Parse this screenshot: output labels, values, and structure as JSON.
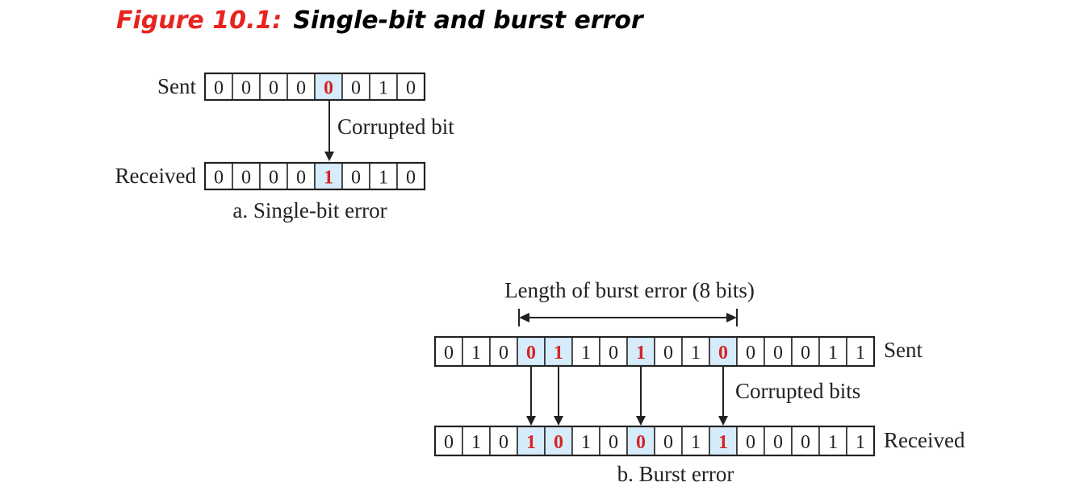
{
  "figure": {
    "number": "Figure 10.1:",
    "title": "Single-bit and burst error"
  },
  "single_bit": {
    "sent_label": "Sent",
    "received_label": "Received",
    "sent_bits": [
      "0",
      "0",
      "0",
      "0",
      "0",
      "0",
      "1",
      "0"
    ],
    "received_bits": [
      "0",
      "0",
      "0",
      "0",
      "1",
      "0",
      "1",
      "0"
    ],
    "error_positions": [
      4
    ],
    "annotation": "Corrupted bit",
    "caption": "a. Single-bit error"
  },
  "burst": {
    "sent_label": "Sent",
    "received_label": "Received",
    "sent_bits": [
      "0",
      "1",
      "0",
      "0",
      "1",
      "1",
      "0",
      "1",
      "0",
      "1",
      "0",
      "0",
      "0",
      "0",
      "1",
      "1"
    ],
    "received_bits": [
      "0",
      "1",
      "0",
      "1",
      "0",
      "1",
      "0",
      "0",
      "0",
      "1",
      "1",
      "0",
      "0",
      "0",
      "1",
      "1"
    ],
    "error_positions": [
      3,
      4,
      7,
      10
    ],
    "length_label": "Length of burst error (8 bits)",
    "annotation": "Corrupted bits",
    "caption": "b. Burst error"
  },
  "colors": {
    "title_number": "#e8231f",
    "error_bit_text": "#d42424",
    "error_cell_fill": "#d6ecfa"
  }
}
